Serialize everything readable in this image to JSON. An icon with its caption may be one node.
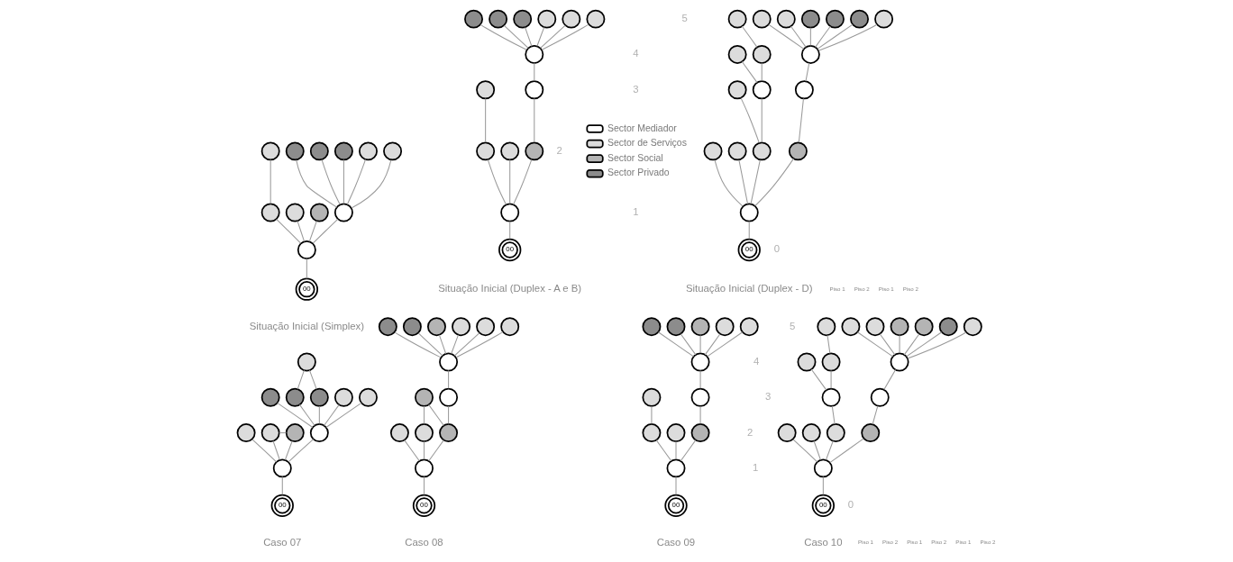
{
  "diagram": {
    "nodes": [
      {
        "text": [
          "00"
        ]
      },
      {
        "text": [],
        "shape": "circle"
      },
      {
        "text": [],
        "shape": "circle"
      },
      {
        "text": [],
        "shape": "circle"
      },
      {
        "text": [],
        "shape": "circle"
      },
      {
        "text": [],
        "shape": "circle"
      },
      {
        "text": [],
        "shape": "circle"
      },
      {
        "text": [],
        "shape": "circle"
      },
      {
        "text": [],
        "shape": "circle"
      },
      {
        "text": [],
        "shape": "circle"
      },
      {
        "text": [],
        "shape": "circle"
      },
      {
        "text": [],
        "shape": "circle"
      },
      {
        "text": [
          "00"
        ]
      },
      {
        "text": [],
        "shape": "circle"
      },
      {
        "text": [],
        "shape": "circle"
      },
      {
        "text": [],
        "shape": "circle"
      },
      {
        "text": [],
        "shape": "circle"
      },
      {
        "text": [],
        "shape": "circle"
      },
      {
        "text": [],
        "shape": "circle"
      },
      {
        "text": [],
        "shape": "circle"
      },
      {
        "text": [],
        "shape": "circle"
      },
      {
        "text": [],
        "shape": "circle"
      },
      {
        "text": [],
        "shape": "circle"
      },
      {
        "text": [],
        "shape": "circle"
      },
      {
        "text": [],
        "shape": "circle"
      },
      {
        "text": [],
        "shape": "circle"
      },
      {
        "text": [
          "00"
        ]
      },
      {
        "text": [],
        "shape": "circle"
      },
      {
        "text": [],
        "shape": "circle"
      },
      {
        "text": [],
        "shape": "circle"
      },
      {
        "text": [],
        "shape": "circle"
      },
      {
        "text": [],
        "shape": "circle"
      },
      {
        "text": [],
        "shape": "circle"
      },
      {
        "text": [],
        "shape": "circle"
      },
      {
        "text": [],
        "shape": "circle"
      },
      {
        "text": [],
        "shape": "circle"
      },
      {
        "text": [],
        "shape": "circle"
      },
      {
        "text": [],
        "shape": "circle"
      },
      {
        "text": [],
        "shape": "circle"
      },
      {
        "text": [],
        "shape": "circle"
      },
      {
        "text": [],
        "shape": "circle"
      },
      {
        "text": [],
        "shape": "circle"
      },
      {
        "text": [],
        "shape": "circle"
      },
      {
        "text": [],
        "shape": "circle"
      },
      {
        "text": [],
        "shape": "circle"
      },
      {
        "text": [
          "00"
        ]
      },
      {
        "text": [],
        "shape": "circle"
      },
      {
        "text": [],
        "shape": "circle"
      },
      {
        "text": [],
        "shape": "circle"
      },
      {
        "text": [],
        "shape": "circle"
      },
      {
        "text": [],
        "shape": "circle"
      },
      {
        "text": [],
        "shape": "circle"
      },
      {
        "text": [],
        "shape": "circle"
      },
      {
        "text": [],
        "shape": "circle"
      },
      {
        "text": [],
        "shape": "circle"
      },
      {
        "text": [],
        "shape": "circle"
      },
      {
        "text": [],
        "shape": "circle"
      },
      {
        "text": [
          "00"
        ]
      },
      {
        "text": [],
        "shape": "circle"
      },
      {
        "text": [],
        "shape": "circle"
      },
      {
        "text": [],
        "shape": "circle"
      },
      {
        "text": [],
        "shape": "circle"
      },
      {
        "text": [],
        "shape": "circle"
      },
      {
        "text": [],
        "shape": "circle"
      },
      {
        "text": [],
        "shape": "circle"
      },
      {
        "text": [],
        "shape": "circle"
      },
      {
        "text": [],
        "shape": "circle"
      },
      {
        "text": [],
        "shape": "circle"
      },
      {
        "text": [],
        "shape": "circle"
      },
      {
        "text": [],
        "shape": "circle"
      },
      {
        "text": [],
        "shape": "circle"
      },
      {
        "text": [
          "00"
        ]
      },
      {
        "text": [],
        "shape": "circle"
      },
      {
        "text": [],
        "shape": "circle"
      },
      {
        "text": [],
        "shape": "circle"
      },
      {
        "text": [],
        "shape": "circle"
      },
      {
        "text": [],
        "shape": "circle"
      },
      {
        "text": [],
        "shape": "circle"
      },
      {
        "text": [],
        "shape": "circle"
      },
      {
        "text": [],
        "shape": "circle"
      },
      {
        "text": [],
        "shape": "circle"
      },
      {
        "text": [],
        "shape": "circle"
      },
      {
        "text": [],
        "shape": "circle"
      },
      {
        "text": [],
        "shape": "circle"
      },
      {
        "text": [
          "00"
        ]
      },
      {
        "text": [],
        "shape": "circle"
      },
      {
        "text": [],
        "shape": "circle"
      },
      {
        "text": [],
        "shape": "circle"
      },
      {
        "text": [],
        "shape": "circle"
      },
      {
        "text": [],
        "shape": "circle"
      },
      {
        "text": [],
        "shape": "circle"
      },
      {
        "text": [],
        "shape": "circle"
      },
      {
        "text": [],
        "shape": "circle"
      },
      {
        "text": [],
        "shape": "circle"
      },
      {
        "text": [],
        "shape": "circle"
      },
      {
        "text": [],
        "shape": "circle"
      },
      {
        "text": [],
        "shape": "circle"
      },
      {
        "text": [],
        "shape": "circle"
      },
      {
        "text": [],
        "shape": "circle"
      },
      {
        "text": [],
        "shape": "circle"
      },
      {
        "text": [],
        "shape": "circle"
      },
      {
        "text": [],
        "shape": "circle"
      }
    ],
    "edges": [
      {
        "from": 0,
        "to": 1,
        "arrow": "none"
      },
      {
        "from": 1,
        "to": 2,
        "arrow": "none"
      },
      {
        "from": 1,
        "to": 3,
        "arrow": "none"
      },
      {
        "from": 1,
        "to": 4,
        "arrow": "none"
      },
      {
        "from": 1,
        "to": 5,
        "arrow": "none"
      },
      {
        "from": 2,
        "to": 6,
        "arrow": "none"
      },
      {
        "from": 5,
        "to": 7,
        "arrow": "none"
      },
      {
        "from": 5,
        "to": 8,
        "arrow": "none"
      },
      {
        "from": 5,
        "to": 9,
        "arrow": "none"
      },
      {
        "from": 5,
        "to": 10,
        "arrow": "none"
      },
      {
        "from": 5,
        "to": 11,
        "arrow": "none"
      },
      {
        "from": 12,
        "to": 13,
        "arrow": "none"
      },
      {
        "from": 13,
        "to": 14,
        "arrow": "none"
      },
      {
        "from": 13,
        "to": 15,
        "arrow": "none"
      },
      {
        "from": 13,
        "to": 16,
        "arrow": "none"
      },
      {
        "from": 14,
        "to": 17,
        "arrow": "none"
      },
      {
        "from": 16,
        "to": 18,
        "arrow": "none"
      },
      {
        "from": 18,
        "to": 19,
        "arrow": "none"
      },
      {
        "from": 19,
        "to": 20,
        "arrow": "none"
      },
      {
        "from": 19,
        "to": 21,
        "arrow": "none"
      },
      {
        "from": 19,
        "to": 22,
        "arrow": "none"
      },
      {
        "from": 19,
        "to": 23,
        "arrow": "none"
      },
      {
        "from": 19,
        "to": 24,
        "arrow": "none"
      },
      {
        "from": 19,
        "to": 25,
        "arrow": "none"
      },
      {
        "from": 26,
        "to": 27,
        "arrow": "none"
      },
      {
        "from": 27,
        "to": 28,
        "arrow": "none"
      },
      {
        "from": 27,
        "to": 29,
        "arrow": "none"
      },
      {
        "from": 27,
        "to": 30,
        "arrow": "none"
      },
      {
        "from": 27,
        "to": 31,
        "arrow": "none"
      },
      {
        "from": 30,
        "to": 32,
        "arrow": "none"
      },
      {
        "from": 30,
        "to": 33,
        "arrow": "none"
      },
      {
        "from": 31,
        "to": 34,
        "arrow": "none"
      },
      {
        "from": 33,
        "to": 35,
        "arrow": "none"
      },
      {
        "from": 33,
        "to": 36,
        "arrow": "none"
      },
      {
        "from": 34,
        "to": 37,
        "arrow": "none"
      },
      {
        "from": 36,
        "to": 38,
        "arrow": "none"
      },
      {
        "from": 37,
        "to": 39,
        "arrow": "none"
      },
      {
        "from": 37,
        "to": 40,
        "arrow": "none"
      },
      {
        "from": 37,
        "to": 41,
        "arrow": "none"
      },
      {
        "from": 37,
        "to": 42,
        "arrow": "none"
      },
      {
        "from": 37,
        "to": 43,
        "arrow": "none"
      },
      {
        "from": 37,
        "to": 44,
        "arrow": "none"
      },
      {
        "from": 45,
        "to": 46,
        "arrow": "none"
      },
      {
        "from": 46,
        "to": 47,
        "arrow": "none"
      },
      {
        "from": 46,
        "to": 48,
        "arrow": "none"
      },
      {
        "from": 46,
        "to": 49,
        "arrow": "none"
      },
      {
        "from": 46,
        "to": 50,
        "arrow": "none"
      },
      {
        "from": 48,
        "to": 49,
        "arrow": "none"
      },
      {
        "from": 50,
        "to": 51,
        "arrow": "none"
      },
      {
        "from": 50,
        "to": 52,
        "arrow": "none"
      },
      {
        "from": 50,
        "to": 53,
        "arrow": "none"
      },
      {
        "from": 50,
        "to": 54,
        "arrow": "none"
      },
      {
        "from": 50,
        "to": 55,
        "arrow": "none"
      },
      {
        "from": 52,
        "to": 56,
        "arrow": "none"
      },
      {
        "from": 53,
        "to": 56,
        "arrow": "none"
      },
      {
        "from": 57,
        "to": 58,
        "arrow": "none"
      },
      {
        "from": 58,
        "to": 59,
        "arrow": "none"
      },
      {
        "from": 58,
        "to": 60,
        "arrow": "none"
      },
      {
        "from": 58,
        "to": 61,
        "arrow": "none"
      },
      {
        "from": 60,
        "to": 62,
        "arrow": "none"
      },
      {
        "from": 61,
        "to": 62,
        "arrow": "none"
      },
      {
        "from": 61,
        "to": 63,
        "arrow": "none"
      },
      {
        "from": 63,
        "to": 64,
        "arrow": "none"
      },
      {
        "from": 64,
        "to": 65,
        "arrow": "none"
      },
      {
        "from": 64,
        "to": 66,
        "arrow": "none"
      },
      {
        "from": 64,
        "to": 67,
        "arrow": "none"
      },
      {
        "from": 64,
        "to": 68,
        "arrow": "none"
      },
      {
        "from": 64,
        "to": 69,
        "arrow": "none"
      },
      {
        "from": 64,
        "to": 70,
        "arrow": "none"
      },
      {
        "from": 71,
        "to": 72,
        "arrow": "none"
      },
      {
        "from": 72,
        "to": 73,
        "arrow": "none"
      },
      {
        "from": 72,
        "to": 74,
        "arrow": "none"
      },
      {
        "from": 72,
        "to": 75,
        "arrow": "none"
      },
      {
        "from": 73,
        "to": 76,
        "arrow": "none"
      },
      {
        "from": 75,
        "to": 77,
        "arrow": "none"
      },
      {
        "from": 77,
        "to": 78,
        "arrow": "none"
      },
      {
        "from": 78,
        "to": 79,
        "arrow": "none"
      },
      {
        "from": 78,
        "to": 80,
        "arrow": "none"
      },
      {
        "from": 78,
        "to": 81,
        "arrow": "none"
      },
      {
        "from": 78,
        "to": 82,
        "arrow": "none"
      },
      {
        "from": 78,
        "to": 83,
        "arrow": "none"
      },
      {
        "from": 84,
        "to": 85,
        "arrow": "none"
      },
      {
        "from": 85,
        "to": 86,
        "arrow": "none"
      },
      {
        "from": 85,
        "to": 87,
        "arrow": "none"
      },
      {
        "from": 85,
        "to": 88,
        "arrow": "none"
      },
      {
        "from": 85,
        "to": 89,
        "arrow": "none"
      },
      {
        "from": 88,
        "to": 90,
        "arrow": "none"
      },
      {
        "from": 89,
        "to": 91,
        "arrow": "none"
      },
      {
        "from": 90,
        "to": 92,
        "arrow": "none"
      },
      {
        "from": 90,
        "to": 93,
        "arrow": "none"
      },
      {
        "from": 91,
        "to": 94,
        "arrow": "none"
      },
      {
        "from": 93,
        "to": 95,
        "arrow": "none"
      },
      {
        "from": 94,
        "to": 96,
        "arrow": "none"
      },
      {
        "from": 94,
        "to": 97,
        "arrow": "none"
      },
      {
        "from": 94,
        "to": 98,
        "arrow": "none"
      },
      {
        "from": 94,
        "to": 99,
        "arrow": "none"
      },
      {
        "from": 94,
        "to": 100,
        "arrow": "none"
      },
      {
        "from": 94,
        "to": 101,
        "arrow": "none"
      }
    ],
    "labels": [
      "Situação Inicial (Simplex)",
      "Piso 1",
      "Piso 2",
      "Situação Inicial (Duplex - A e B)",
      "5",
      "4",
      "3",
      "2",
      "1",
      "0",
      "Piso 1",
      "Piso 2",
      "Situação Inicial (Duplex - D)",
      "Caso 07",
      "Piso 1",
      "Piso 2",
      "Caso 08",
      "Piso 1",
      "Piso 2",
      "Caso 09",
      "5",
      "4",
      "3",
      "2",
      "1",
      "0",
      "Piso 1",
      "Piso 2",
      "Caso 10"
    ],
    "legend": [
      {
        "text": "Sector Mediador",
        "color": "#ffffff"
      },
      {
        "text": "Sector de Serviços",
        "color": "#dcdcdc"
      },
      {
        "text": "Sector Social",
        "color": "#b4b4b4"
      },
      {
        "text": "Sector Privado",
        "color": "#8c8c8c"
      }
    ]
  }
}
